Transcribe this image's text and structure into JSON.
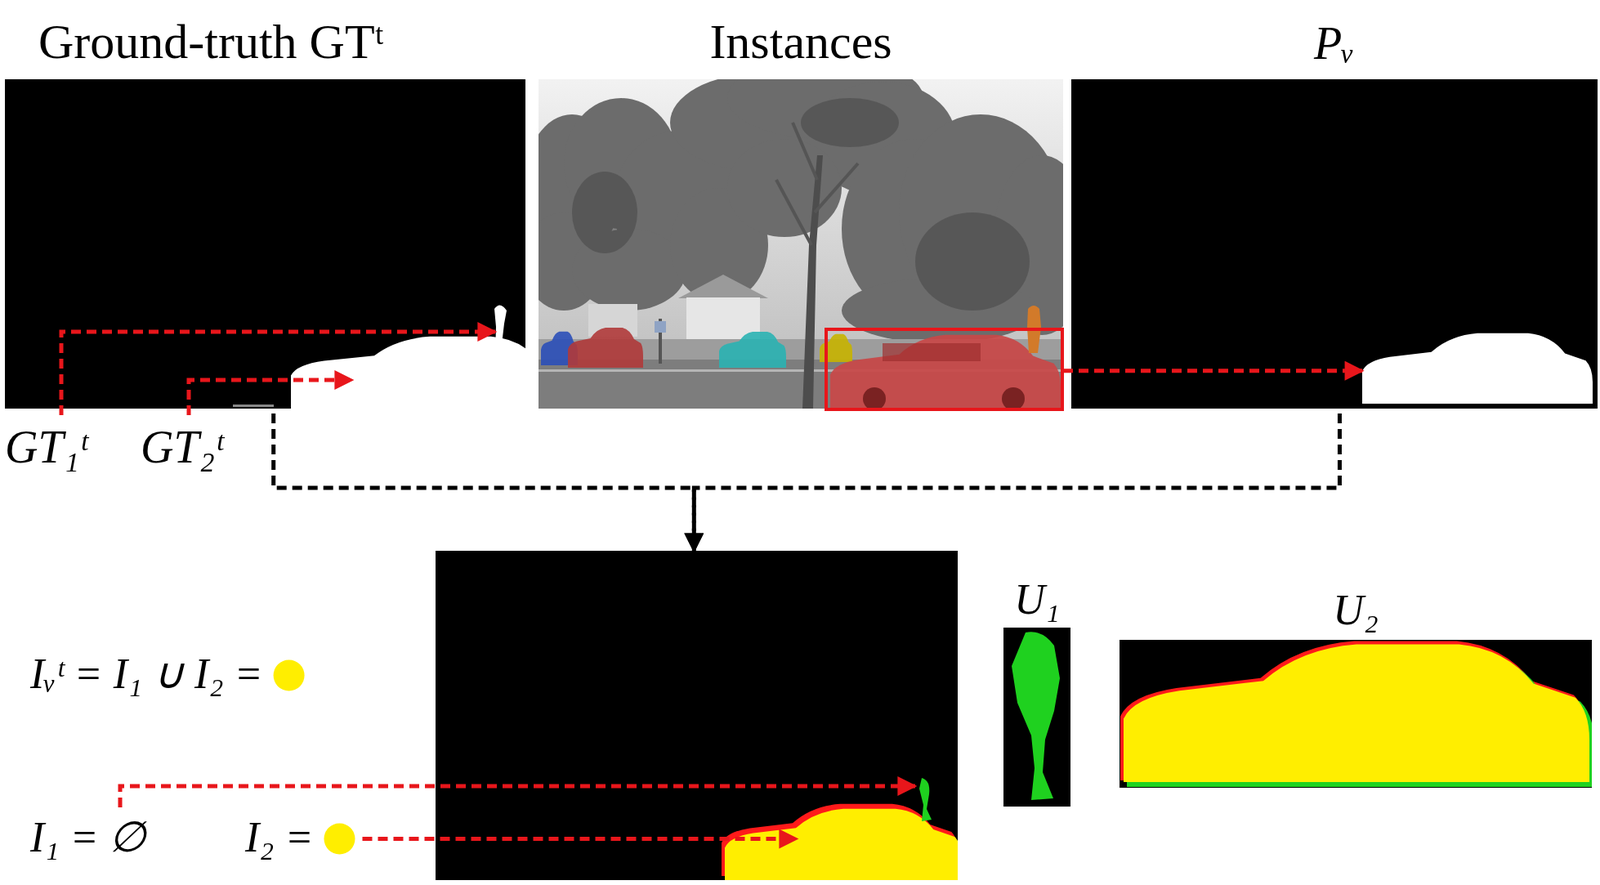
{
  "diagram": {
    "nodes": [
      {
        "text": [
          "Ground-truth GTᵗ"
        ]
      },
      {
        "text": [
          "Instances"
        ]
      },
      {
        "text": [
          "Pᵥ"
        ]
      },
      {
        "text": []
      },
      {
        "text": [
          "U₁"
        ]
      },
      {
        "text": [
          "U₂"
        ]
      }
    ],
    "edges": [
      {
        "from": 1,
        "to": 2,
        "arrow": "to"
      },
      {
        "from": 0,
        "to": 3,
        "arrow": "to"
      },
      {
        "from": 2,
        "to": 3,
        "arrow": "to"
      }
    ],
    "labels": [
      "GT₁ᵗ",
      "GT₂ᵗ",
      "Iᵥᵗ = I₁ ∪ I₂ =",
      "I₁ = ∅",
      "I₂ ="
    ]
  }
}
